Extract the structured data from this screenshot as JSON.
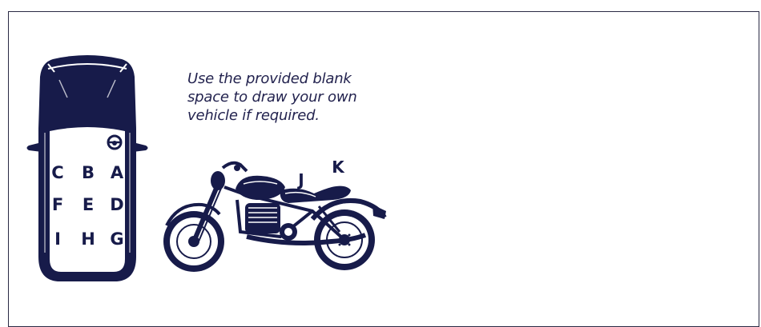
{
  "instruction_lines": [
    "Use the provided blank",
    "space to draw your own",
    "vehicle if required."
  ],
  "car_seat_labels": {
    "row1": [
      "C",
      "B",
      "A"
    ],
    "row2": [
      "F",
      "E",
      "D"
    ],
    "row3": [
      "I",
      "H",
      "G"
    ]
  },
  "motorcycle_labels": {
    "rider": "J",
    "passenger": "K"
  },
  "icons": [
    "car-top-view-icon",
    "steering-wheel-icon",
    "motorcycle-icon"
  ],
  "colors": {
    "ink": "#171b4a",
    "frame": "#2a2a44",
    "background": "#ffffff"
  }
}
